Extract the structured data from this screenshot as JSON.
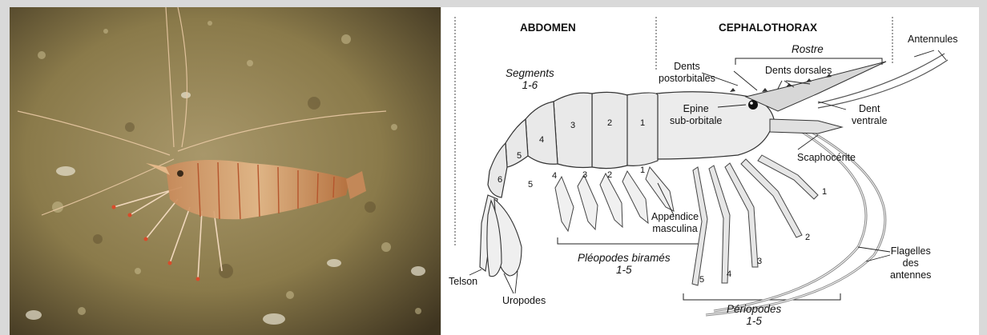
{
  "headings": {
    "abdomen": "ABDOMEN",
    "cephalothorax": "CEPHALOTHORAX"
  },
  "labels": {
    "rostre": "Rostre",
    "antennules": "Antennules",
    "dents_postorbitales": "Dents\npostorbitales",
    "dents_dorsales": "Dents dorsales",
    "segments": "Segments\n1-6",
    "epine_sub_orbitale": "Epine\nsub-orbitale",
    "dent_ventrale": "Dent\nventrale",
    "scaphocerite": "Scaphocérite",
    "appendice_masculina": "Appendice\nmasculina",
    "pleopodes": "Pléopodes biramés\n1-5",
    "telson": "Telson",
    "uropodes": "Uropodes",
    "flagelles": "Flagelles\ndes\nantennes",
    "periopodes": "Périopodes\n1-5"
  },
  "numbers": {
    "segments": [
      "1",
      "2",
      "3",
      "4",
      "5",
      "6"
    ],
    "pleopodes": [
      "1",
      "2",
      "3",
      "4",
      "5"
    ],
    "periopodes": [
      "1",
      "2",
      "3",
      "4",
      "5"
    ]
  },
  "colors": {
    "background": "#d9d9d9",
    "photo_sand": "#8a7a48",
    "body_fill": "#eeeeee",
    "outline": "#333333"
  }
}
